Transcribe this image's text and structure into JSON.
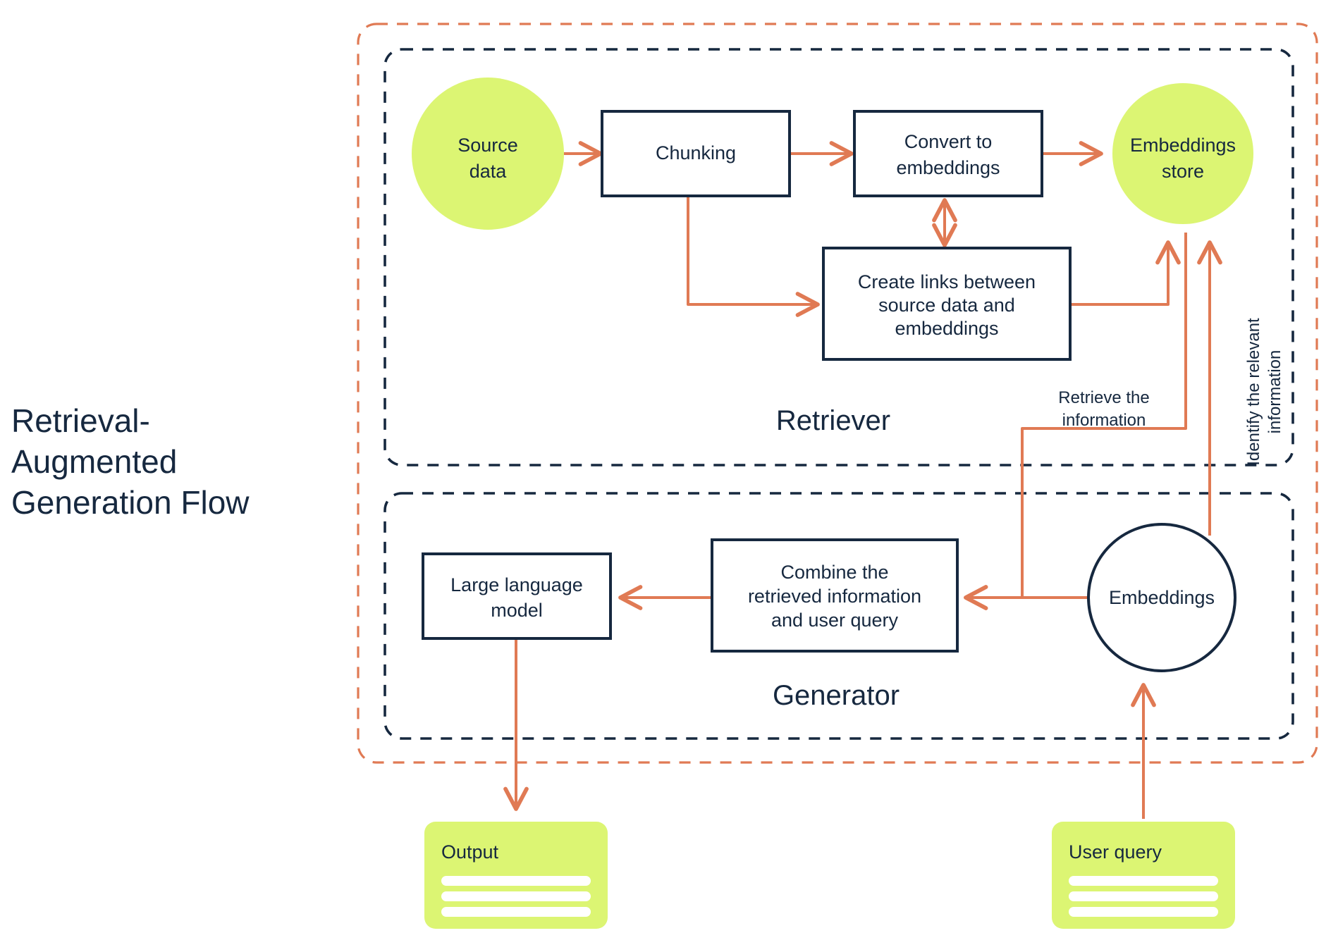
{
  "title": {
    "lines": [
      "Retrieval-",
      "Augmented",
      "Generation Flow"
    ],
    "full": "Retrieval-Augmented Generation Flow"
  },
  "colors": {
    "navy": "#16283f",
    "orange": "#e07a54",
    "lime": "#dcf573",
    "white": "#ffffff",
    "background": "#ffffff"
  },
  "zones": {
    "outer": {
      "label": "",
      "border_color": "#e07a54",
      "style": "dashed"
    },
    "retriever": {
      "label": "Retriever",
      "border_color": "#16283f",
      "style": "dashed"
    },
    "generator": {
      "label": "Generator",
      "border_color": "#16283f",
      "style": "dashed"
    }
  },
  "nodes": {
    "source_data": {
      "label_line1": "Source",
      "label_line2": "data",
      "shape": "circle",
      "fill": "#dcf573"
    },
    "chunking": {
      "label": "Chunking",
      "shape": "rect",
      "fill": "#ffffff"
    },
    "convert_to_embeddings": {
      "label_line1": "Convert to",
      "label_line2": "embeddings",
      "shape": "rect",
      "fill": "#ffffff"
    },
    "embeddings_store": {
      "label_line1": "Embeddings",
      "label_line2": "store",
      "shape": "circle",
      "fill": "#dcf573"
    },
    "create_links": {
      "label_line1": "Create links between",
      "label_line2": "source data and",
      "label_line3": "embeddings",
      "shape": "rect",
      "fill": "#ffffff"
    },
    "large_language_model": {
      "label_line1": "Large language",
      "label_line2": "model",
      "shape": "rect",
      "fill": "#ffffff"
    },
    "combine": {
      "label_line1": "Combine the",
      "label_line2": "retrieved information",
      "label_line3": "and user query",
      "shape": "rect",
      "fill": "#ffffff"
    },
    "embeddings": {
      "label": "Embeddings",
      "shape": "circle",
      "fill": "#ffffff"
    },
    "output": {
      "label": "Output",
      "shape": "card",
      "fill": "#dcf573",
      "lines": 3
    },
    "user_query": {
      "label": "User query",
      "shape": "card",
      "fill": "#dcf573",
      "lines": 3
    }
  },
  "edge_labels": {
    "retrieve_the_information_line1": "Retrieve the",
    "retrieve_the_information_line2": "information",
    "identify_the_relevant_line1": "Identify the relevant",
    "identify_the_relevant_line2": "information"
  }
}
